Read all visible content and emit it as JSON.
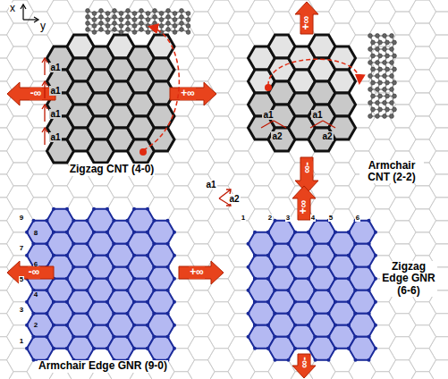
{
  "diagram": {
    "labels": [
      "x",
      "y",
      "a1",
      "a1",
      "a1",
      "a1",
      "-∞",
      "+∞",
      "Zigzag CNT (4-0)",
      "+∞",
      "-∞",
      "a1",
      "a2",
      "a1",
      "a2",
      "Armchair CNT (2-2)",
      "a1",
      "a2",
      "1",
      "2",
      "3",
      "4",
      "5",
      "6",
      "7",
      "8",
      "9",
      "-∞",
      "+∞",
      "Armchair Edge GNR (9-0)",
      "1",
      "2",
      "3",
      "4",
      "5",
      "6",
      "+∞",
      "-∞",
      "Zigzag Edge GNR (6-6)"
    ]
  }
}
